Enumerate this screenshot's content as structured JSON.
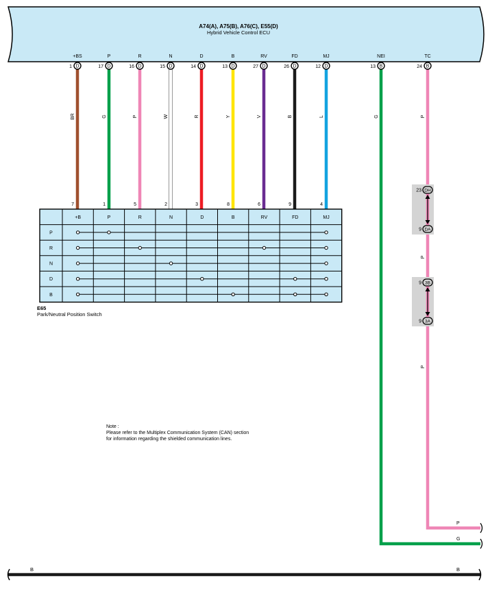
{
  "ecu": {
    "connectors": "A74(A), A75(B), A76(C), E55(D)",
    "name": "Hybrid Vehicle Control ECU",
    "fill": "#c9e9f6"
  },
  "colors": {
    "BR": "#a0502e",
    "G": "#00a04a",
    "P": "#ef86b6",
    "W": "#ffffff",
    "R": "#ed1c24",
    "Y": "#ffe500",
    "V": "#6a2c91",
    "B": "#1a1a1a",
    "L": "#13a3e0"
  },
  "wires": [
    {
      "signal": "+BS",
      "pin": "1",
      "conn": "D",
      "color": "BR",
      "sw_pin": "7"
    },
    {
      "signal": "P",
      "pin": "17",
      "conn": "D",
      "color": "G",
      "sw_pin": "1"
    },
    {
      "signal": "R",
      "pin": "16",
      "conn": "D",
      "color": "P",
      "sw_pin": "5"
    },
    {
      "signal": "N",
      "pin": "15",
      "conn": "D",
      "color": "W",
      "sw_pin": "2"
    },
    {
      "signal": "D",
      "pin": "14",
      "conn": "D",
      "color": "R",
      "sw_pin": "3"
    },
    {
      "signal": "B",
      "pin": "13",
      "conn": "D",
      "color": "Y",
      "sw_pin": "8"
    },
    {
      "signal": "RV",
      "pin": "27",
      "conn": "D",
      "color": "V",
      "sw_pin": "6"
    },
    {
      "signal": "FD",
      "pin": "26",
      "conn": "D",
      "color": "B",
      "sw_pin": "9"
    },
    {
      "signal": "MJ",
      "pin": "12",
      "conn": "D",
      "color": "L",
      "sw_pin": "4"
    }
  ],
  "extra_wires": [
    {
      "signal": "NEI",
      "pin": "13",
      "conn": "B",
      "color": "G",
      "end_label": "G"
    },
    {
      "signal": "TC",
      "pin": "24",
      "conn": "B",
      "color": "P",
      "end_label": "P"
    }
  ],
  "junctions": [
    {
      "top_pin": "23",
      "top_conn": "DH",
      "bottom_pin": "9",
      "bottom_conn": "DA"
    },
    {
      "top_pin": "9",
      "top_conn": "3B",
      "bottom_pin": "9",
      "bottom_conn": "3A"
    }
  ],
  "switch": {
    "id": "E65",
    "name": "Park/Neutral Position Switch",
    "columns": [
      "+B",
      "P",
      "R",
      "N",
      "D",
      "B",
      "RV",
      "FD",
      "MJ"
    ],
    "rows": [
      {
        "label": "P",
        "points": [
          0,
          1,
          8
        ]
      },
      {
        "label": "R",
        "points": [
          0,
          2,
          6,
          8
        ]
      },
      {
        "label": "N",
        "points": [
          0,
          3,
          8
        ]
      },
      {
        "label": "D",
        "points": [
          0,
          4,
          7,
          8
        ]
      },
      {
        "label": "B",
        "points": [
          0,
          5,
          7,
          8
        ]
      }
    ],
    "fill": "#c9e9f6"
  },
  "note": {
    "line1": "Note :",
    "line2": "Please refer to the Multiplex Communication System (CAN) section",
    "line3": "for information regarding the shielded communication lines."
  },
  "ground_bus": {
    "color": "B",
    "left_label": "B",
    "right_label": "B"
  }
}
